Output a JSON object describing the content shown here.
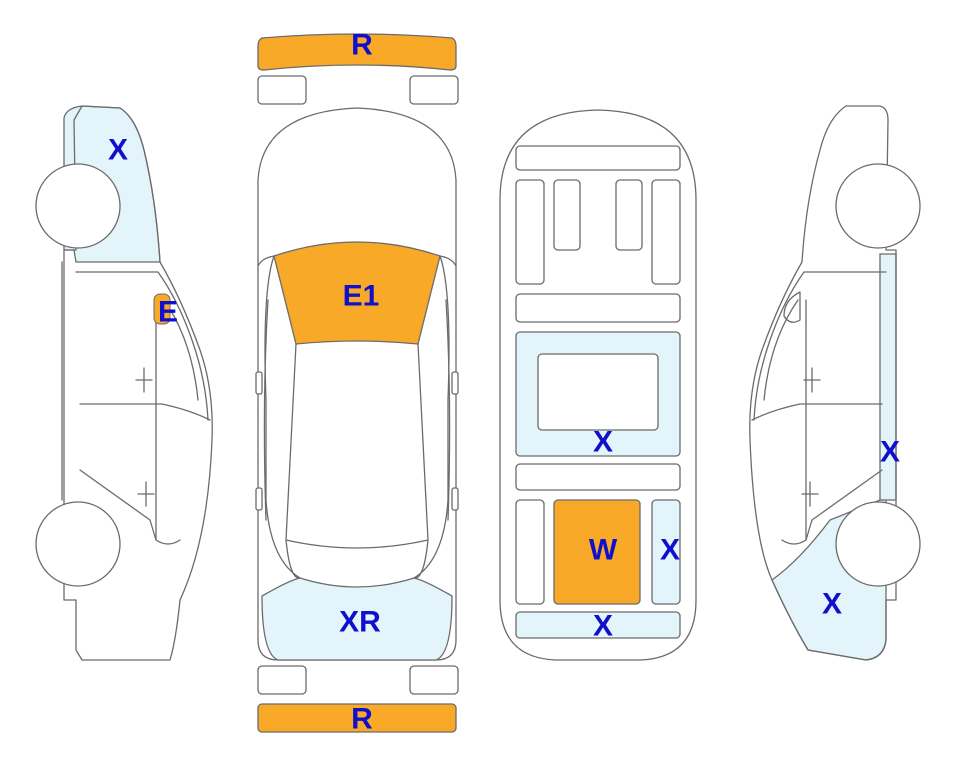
{
  "colors": {
    "outline": "#6b6b6b",
    "orange": "#f8a928",
    "light_blue": "#e3f5fb",
    "label": "#1010cc",
    "background": "#ffffff"
  },
  "views": {
    "left_side": {
      "labels": {
        "upper_panel": "X",
        "door_spot": "E"
      }
    },
    "top": {
      "labels": {
        "front_bumper": "R",
        "windshield": "E1",
        "rear_area": "XR",
        "rear_bumper": "R"
      }
    },
    "underbody": {
      "labels": {
        "center_panel": "X",
        "spare_wheel": "W",
        "right_strip": "X",
        "rear_strip": "X"
      }
    },
    "right_side": {
      "labels": {
        "edge_strip": "X",
        "rear_panel": "X"
      }
    }
  }
}
